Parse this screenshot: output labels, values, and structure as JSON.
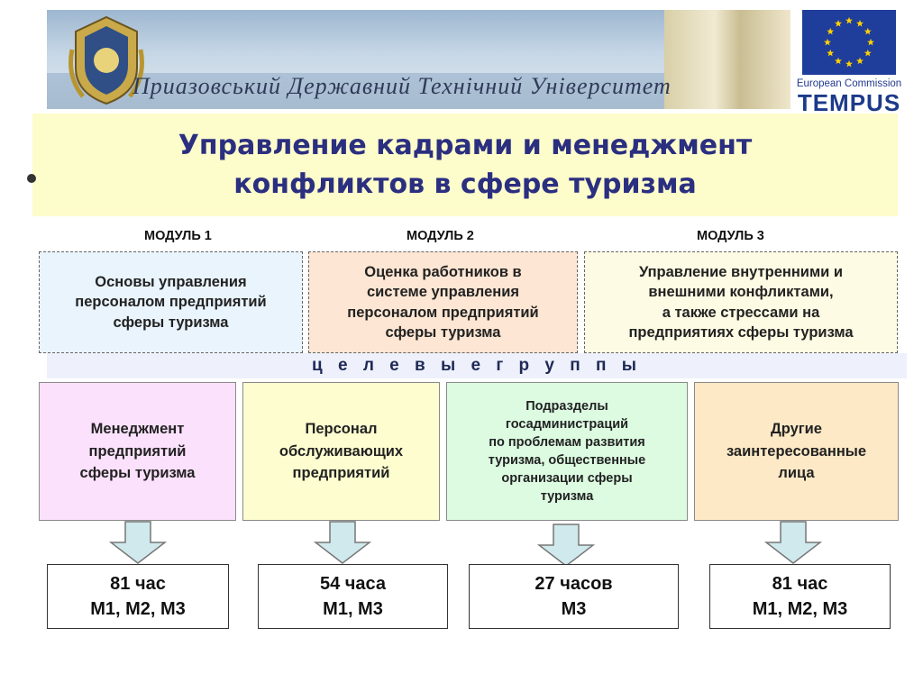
{
  "header": {
    "university_name": "Приазовський Державний Технічний Університет",
    "eu_commission": "European Commission",
    "eu_program": "TEMPUS",
    "eu_flag_color": "#1f3d9a",
    "star_color": "#ffd200"
  },
  "title": {
    "line1": "Управление кадрами и менеджмент",
    "line2": "конфликтов в сфере туризма"
  },
  "modules": [
    {
      "label": "МОДУЛЬ 1",
      "lines": [
        "Основы управления",
        "персоналом предприятий",
        "сферы туризма"
      ],
      "color": "#e9f4fd"
    },
    {
      "label": "МОДУЛЬ 2",
      "lines": [
        "Оценка работников в",
        "системе управления",
        "персоналом предприятий",
        "сферы туризма"
      ],
      "color": "#fde6d3"
    },
    {
      "label": "МОДУЛЬ 3",
      "lines": [
        "Управление внутренними и",
        "внешними конфликтами,",
        "а также  стрессами на",
        "предприятиях сферы туризма"
      ],
      "color": "#fdfbe3"
    }
  ],
  "target_groups_label": "ц е л е в ы е        г р у п п ы",
  "groups": [
    {
      "lines": [
        "Менеджмент",
        "предприятий",
        "сферы туризма"
      ],
      "color": "#fbe1fb"
    },
    {
      "lines": [
        "Персонал",
        "обслуживающих",
        "предприятий"
      ],
      "color": "#fdfdd0"
    },
    {
      "lines": [
        "Подразделы",
        "госадминистраций",
        "по проблемам развития",
        "туризма, общественные",
        "организации сферы",
        "туризма"
      ],
      "color": "#dcfbe1"
    },
    {
      "lines": [
        "Другие",
        "заинтересованные",
        "лица"
      ],
      "color": "#fde9c6"
    }
  ],
  "hours": [
    {
      "hours": "81 час",
      "modules": "М1, М2, М3"
    },
    {
      "hours": "54 часа",
      "modules": "М1, М3"
    },
    {
      "hours": "27 часов",
      "modules": "М3"
    },
    {
      "hours": "81 час",
      "modules": "М1, М2, М3"
    }
  ],
  "arrow_color": "#cfe9ec"
}
